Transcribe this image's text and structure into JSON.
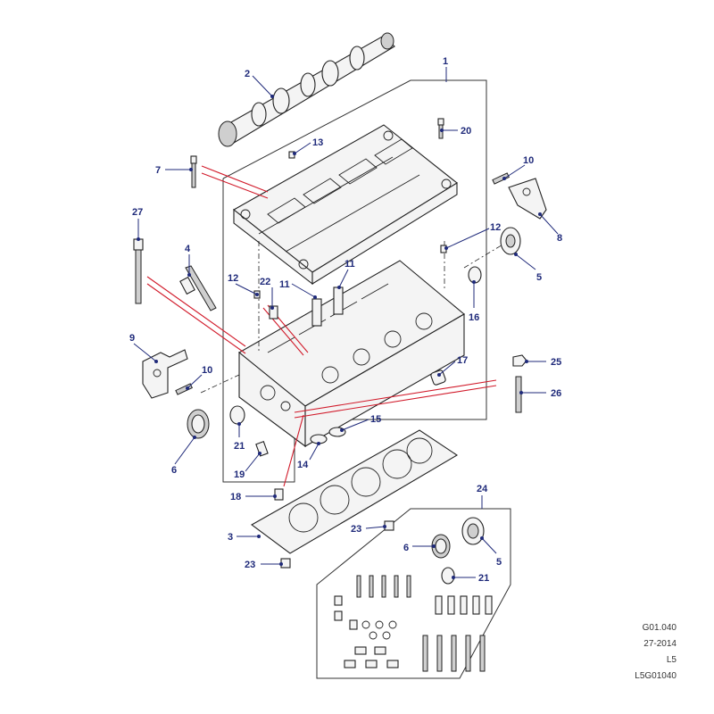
{
  "callouts": [
    {
      "id": "c1",
      "label": "1"
    },
    {
      "id": "c2",
      "label": "2"
    },
    {
      "id": "c3",
      "label": "3"
    },
    {
      "id": "c4",
      "label": "4"
    },
    {
      "id": "c5a",
      "label": "5"
    },
    {
      "id": "c5b",
      "label": "5"
    },
    {
      "id": "c6a",
      "label": "6"
    },
    {
      "id": "c6b",
      "label": "6"
    },
    {
      "id": "c7",
      "label": "7"
    },
    {
      "id": "c8",
      "label": "8"
    },
    {
      "id": "c9",
      "label": "9"
    },
    {
      "id": "c10a",
      "label": "10"
    },
    {
      "id": "c10b",
      "label": "10"
    },
    {
      "id": "c11a",
      "label": "11"
    },
    {
      "id": "c11b",
      "label": "11"
    },
    {
      "id": "c12a",
      "label": "12"
    },
    {
      "id": "c12b",
      "label": "12"
    },
    {
      "id": "c13",
      "label": "13"
    },
    {
      "id": "c14",
      "label": "14"
    },
    {
      "id": "c15",
      "label": "15"
    },
    {
      "id": "c16",
      "label": "16"
    },
    {
      "id": "c17",
      "label": "17"
    },
    {
      "id": "c18",
      "label": "18"
    },
    {
      "id": "c19",
      "label": "19"
    },
    {
      "id": "c20",
      "label": "20"
    },
    {
      "id": "c21a",
      "label": "21"
    },
    {
      "id": "c21b",
      "label": "21"
    },
    {
      "id": "c22",
      "label": "22"
    },
    {
      "id": "c23a",
      "label": "23"
    },
    {
      "id": "c23b",
      "label": "23"
    },
    {
      "id": "c24",
      "label": "24"
    },
    {
      "id": "c25",
      "label": "25"
    },
    {
      "id": "c26",
      "label": "26"
    },
    {
      "id": "c27",
      "label": "27"
    }
  ],
  "reference": {
    "code": "G01.040",
    "date": "27-2014",
    "model": "L5",
    "drawing": "L5G01040"
  },
  "colors": {
    "callout": "#1f2a7a",
    "indicator_line": "#d11a2a",
    "outline": "#222222"
  }
}
